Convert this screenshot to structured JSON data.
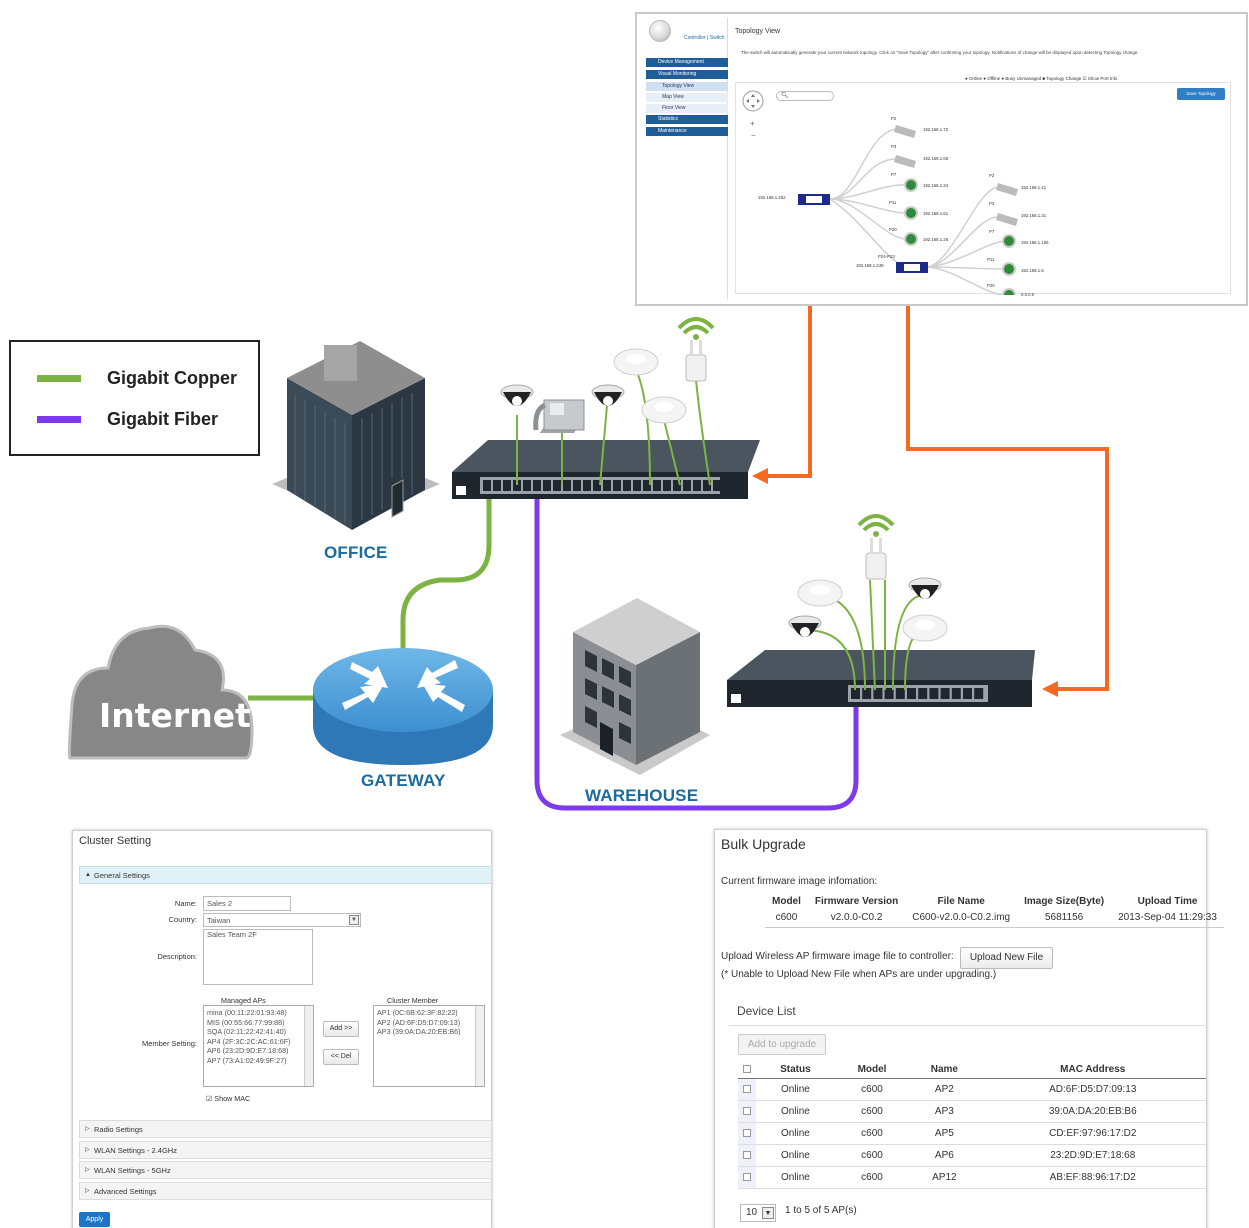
{
  "legend": {
    "items": [
      {
        "label": "Gigabit Copper",
        "color": "#7cb342"
      },
      {
        "label": "Gigabit Fiber",
        "color": "#7c3aed"
      }
    ]
  },
  "places": {
    "office": "OFFICE",
    "gateway": "GATEWAY",
    "warehouse": "WAREHOUSE",
    "internet": "Internet"
  },
  "colors": {
    "copper": "#7cb342",
    "fiber": "#7c3aed",
    "mgmt": "#f26b21",
    "label_blue": "#1a6b9e"
  },
  "topology": {
    "links": "Controller | Switch",
    "menu": [
      {
        "label": "Device Management",
        "kind": "main"
      },
      {
        "label": "Visual Monitoring",
        "kind": "main"
      },
      {
        "label": "Topology View",
        "kind": "sub"
      },
      {
        "label": "Map View",
        "kind": "sub"
      },
      {
        "label": "Floor View",
        "kind": "sub"
      },
      {
        "label": "Statistics",
        "kind": "main"
      },
      {
        "label": "Maintenance",
        "kind": "main"
      }
    ],
    "title": "Topology View",
    "description": "The switch will automatically generate your current network topology. Click on \"Save Topology\" after confirming your topology. Notifications of change will be displayed upon detecting Topology change.",
    "status_legend": "● Online ● Offline ● Busy   Unmanaged ■ Topology Change   ☑ Show Port Info",
    "save_button": "Save Topology",
    "labels": {
      "sw1": "192.168.1.252",
      "sw2": "192.168.1.249",
      "p24": "P24-P23",
      "a_p2": "P2",
      "a_ip1": "192.168.1.72",
      "a_p3": "P3",
      "a_ip2": "192.168.1.68",
      "a_p7": "P7",
      "a_ip3": "192.168.1.34",
      "a_p11": "P11",
      "a_ip4": "192.168.1.61",
      "a_p20": "P20",
      "a_ip5": "192.168.1.28",
      "b_p2": "P2",
      "b_ip1": "192.168.1.41",
      "b_p3": "P3",
      "b_ip2": "192.168.1.31",
      "b_p7": "P7",
      "b_ip3": "192.168.1.156",
      "b_p11": "P11",
      "b_ip4": "192.168.1.5",
      "b_p20": "P20",
      "b_ip5": "0.0.0.0"
    }
  },
  "cluster": {
    "title": "Cluster Setting",
    "general": "General Settings",
    "name_label": "Name:",
    "name_value": "Sales 2",
    "country_label": "Country:",
    "country_value": "Taiwan",
    "description_label": "Description:",
    "description_value": "Sales Team 2F",
    "member_label": "Member Setting:",
    "managed_title": "Managed APs",
    "managed": [
      "mina (00:11:22:01:93:48)",
      "MIS (00:55:66:77:99:88)",
      "SQA (02:11:22:42:41:40)",
      "AP4 (2F:3C:2C:AC:61:6F)",
      "AP6 (23:2D:9D:E7:18:68)",
      "AP7 (73:A1:02:49:9F:27)"
    ],
    "member_title": "Cluster Member",
    "members": [
      "AP1 (0C:6B:62:3F:82:22)",
      "AP2 (AD:6F:D5:D7:09:13)",
      "AP3 (39:0A:DA:20:EB:B6)"
    ],
    "add_btn": "Add >>",
    "del_btn": "<< Del",
    "show_mac": "Show MAC",
    "sections": [
      "Radio Settings",
      "WLAN Settings - 2.4GHz",
      "WLAN Settings - 5GHz",
      "Advanced Settings"
    ],
    "apply": "Apply"
  },
  "bulk": {
    "title": "Bulk Upgrade",
    "fw_caption": "Current firmware image infomation:",
    "fw_headers": [
      "Model",
      "Firmware Version",
      "File Name",
      "Image Size(Byte)",
      "Upload Time"
    ],
    "fw_row": [
      "c600",
      "v2.0.0-C0.2",
      "C600-v2.0.0-C0.2.img",
      "5681156",
      "2013-Sep-04 11:29:33"
    ],
    "upload_text": "Upload Wireless AP firmware image file to controller:",
    "upload_btn": "Upload New File",
    "upload_note": "(* Unable to Upload New File when APs are under upgrading.)",
    "device_list": "Device List",
    "add_to_upgrade": "Add to upgrade",
    "headers": [
      "Status",
      "Model",
      "Name",
      "MAC Address"
    ],
    "rows": [
      [
        "Online",
        "c600",
        "AP2",
        "AD:6F:D5:D7:09:13"
      ],
      [
        "Online",
        "c600",
        "AP3",
        "39:0A:DA:20:EB:B6"
      ],
      [
        "Online",
        "c600",
        "AP5",
        "CD:EF:97:96:17:D2"
      ],
      [
        "Online",
        "c600",
        "AP6",
        "23:2D:9D:E7:18:68"
      ],
      [
        "Online",
        "c600",
        "AP12",
        "AB:EF:88:96:17:D2"
      ]
    ],
    "page_size": "10",
    "pager_text": "1 to 5 of 5 AP(s)"
  }
}
